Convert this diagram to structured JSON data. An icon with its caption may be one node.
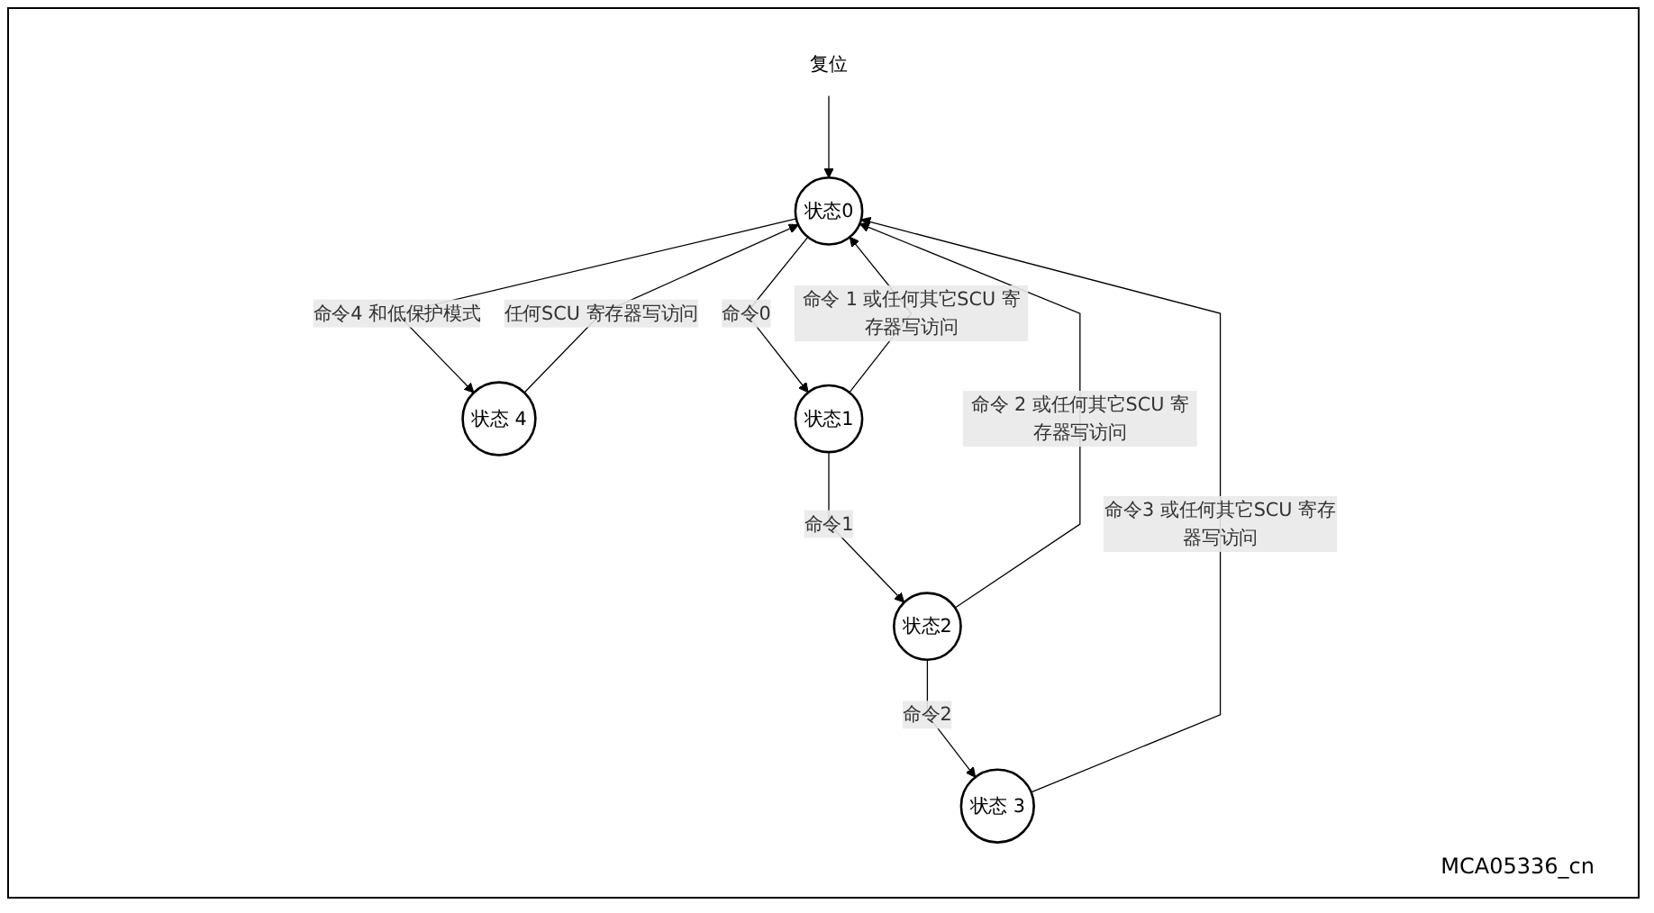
{
  "diagram": {
    "nodes": [
      {
        "text": [
          "复位"
        ]
      },
      {
        "text": [
          "状态0"
        ]
      },
      {
        "text": [
          "状态 3"
        ]
      },
      {
        "text": [
          "状态 4"
        ]
      },
      {
        "text": [
          "状态1"
        ]
      },
      {
        "text": [
          "状态2"
        ]
      }
    ],
    "edges": [
      {
        "from": 0,
        "to": 1,
        "arrow": "to"
      },
      {
        "from": 2,
        "to": 1,
        "arrow": "to",
        "label": "命令3 或任何其它SCU 寄存器写访问"
      },
      {
        "from": 1,
        "to": 3,
        "arrow": "to",
        "label": "命令4 和低保护模式"
      },
      {
        "from": 3,
        "to": 1,
        "arrow": "to",
        "label": "任何SCU 寄存器写访问"
      },
      {
        "from": 1,
        "to": 4,
        "arrow": "to",
        "label": "命令0"
      },
      {
        "from": 4,
        "to": 1,
        "arrow": "to",
        "label": "命令 1 或任何其它SCU 寄存器写访问"
      },
      {
        "from": 5,
        "to": 1,
        "arrow": "to",
        "label": "命令 2 或任何其它SCU 寄存器写访问"
      },
      {
        "from": 4,
        "to": 5,
        "arrow": "to",
        "label": "命令1"
      },
      {
        "from": 5,
        "to": 2,
        "arrow": "to",
        "label": "命令2"
      }
    ],
    "labels": [
      "MCA05336_cn"
    ]
  }
}
